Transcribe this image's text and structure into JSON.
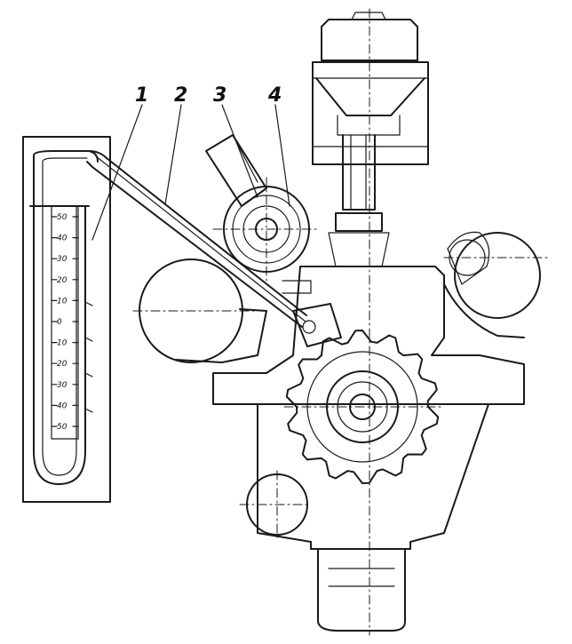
{
  "callouts": [
    "1",
    "2",
    "3",
    "4"
  ],
  "scale": {
    "tick_labels": [
      "50",
      "40",
      "30",
      "20",
      "10",
      "0",
      "10",
      "20",
      "30",
      "40",
      "50"
    ]
  },
  "icons": {
    "manometer": "u-tube-manometer-icon",
    "engine": "engine-block-outline",
    "tube": "connecting-tube",
    "gear": "gear-wheel"
  }
}
